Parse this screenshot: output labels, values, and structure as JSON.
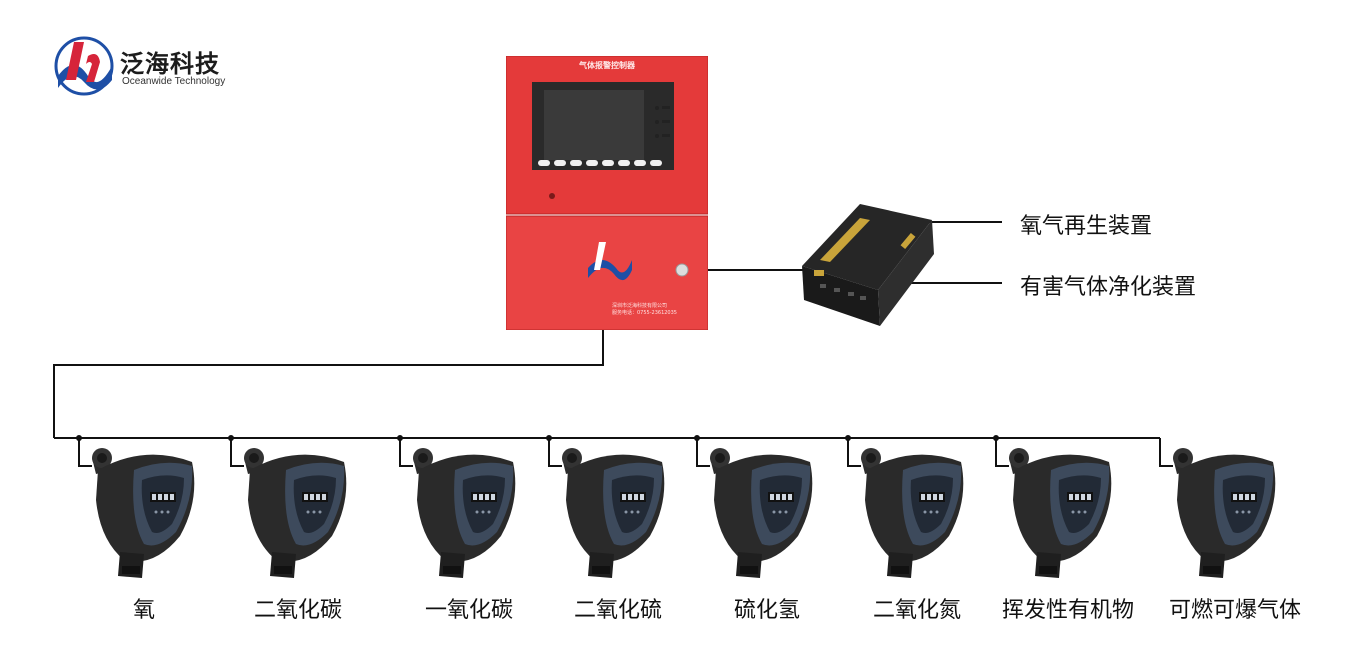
{
  "logo": {
    "name_cn": "泛海科技",
    "name_en": "Oceanwide Technology",
    "colors": {
      "blue": "#1e4fa6",
      "red": "#d6243a"
    }
  },
  "controller": {
    "title": "气体报警控制器",
    "company": "深圳市泛海科技有限公司",
    "phone": "服务电话：0755-23612035",
    "body_color": "#e43a3a"
  },
  "outputs": [
    {
      "label": "氧气再生装置"
    },
    {
      "label": "有害气体净化装置"
    }
  ],
  "sensors": [
    {
      "label": "氧"
    },
    {
      "label": "二氧化碳"
    },
    {
      "label": "一氧化碳"
    },
    {
      "label": "二氧化硫"
    },
    {
      "label": "硫化氢"
    },
    {
      "label": "二氧化氮"
    },
    {
      "label": "挥发性有机物"
    },
    {
      "label": "可燃可爆气体"
    }
  ]
}
